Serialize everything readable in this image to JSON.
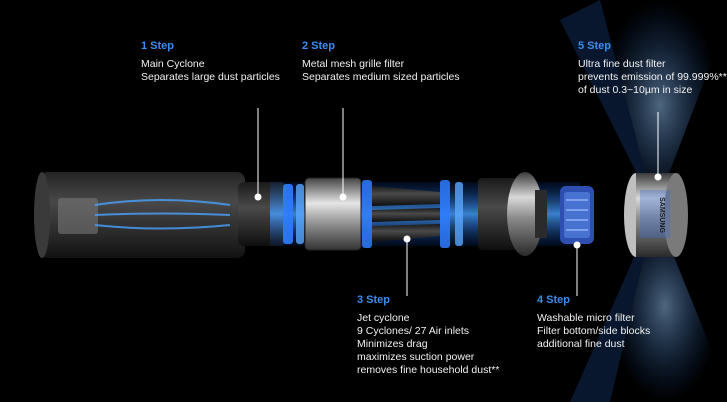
{
  "steps": [
    {
      "title": "1 Step",
      "lines": [
        "Main Cyclone",
        "Separates large dust particles"
      ]
    },
    {
      "title": "2 Step",
      "lines": [
        "Metal mesh grille filter",
        "Separates medium sized particles"
      ]
    },
    {
      "title": "3 Step",
      "lines": [
        "Jet cyclone",
        "9 Cyclones/ 27 Air inlets",
        "Minimizes drag",
        "maximizes suction power",
        "removes fine household dust**"
      ]
    },
    {
      "title": "4 Step",
      "lines": [
        "Washable micro filter",
        "Filter bottom/side blocks",
        "additional fine dust"
      ]
    },
    {
      "title": "5 Step",
      "lines": [
        "Ultra fine dust filter",
        "prevents emission of 99.999%**",
        "of dust  0.3~10µm  in size"
      ]
    }
  ],
  "brand_text": "SAMSUNG",
  "colors": {
    "step_title": "#3a8cf0",
    "airflow": "#2f7dff",
    "background": "#000000"
  }
}
